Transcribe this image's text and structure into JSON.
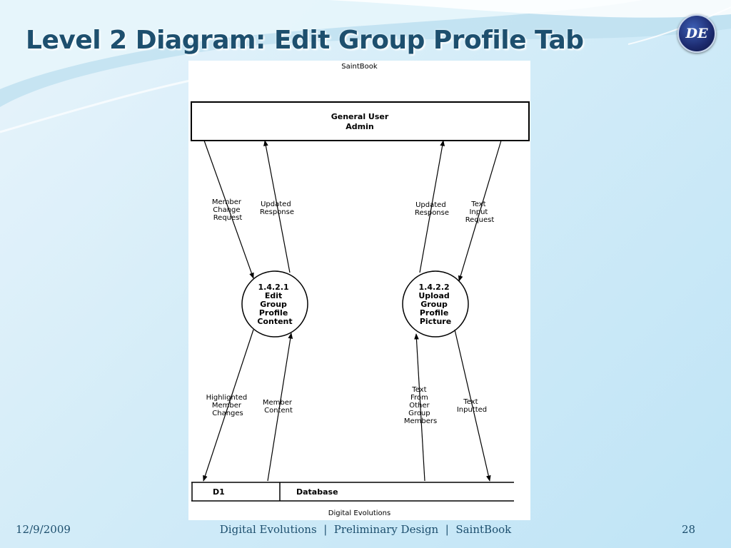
{
  "slide": {
    "title": "Level 2 Diagram: Edit Group Profile Tab",
    "logo_text": "DE"
  },
  "diagram": {
    "header": "SaintBook",
    "footer": "Digital Evolutions",
    "entity": {
      "line1": "General User",
      "line2": "Admin"
    },
    "process_left": [
      "1.4.2.1",
      "Edit",
      "Group",
      "Profile",
      "Content"
    ],
    "process_right": [
      "1.4.2.2",
      "Upload",
      "Group",
      "Profile",
      "Picture"
    ],
    "datastore": {
      "id": "D1",
      "name": "Database"
    },
    "flows": {
      "member_change_request": [
        "Member",
        "Change",
        "Request"
      ],
      "updated_response_left": [
        "Updated",
        "Response"
      ],
      "updated_response_right": [
        "Updated",
        "Response"
      ],
      "text_input_request": [
        "Text",
        "Input",
        "Request"
      ],
      "highlighted_member_changes": [
        "Highlighted",
        "Member",
        "Changes"
      ],
      "member_content": [
        "Member",
        "Content"
      ],
      "text_from_other_group_members": [
        "Text",
        "From",
        "Other",
        "Group",
        "Members"
      ],
      "text_inputted": [
        "Text",
        "Inputted"
      ]
    }
  },
  "footer": {
    "date": "12/9/2009",
    "center": "Digital Evolutions  |  Preliminary Design  |  SaintBook",
    "page": "28"
  },
  "colors": {
    "title": "#1d4f6e",
    "footer_text": "#1d4f6e",
    "background": "#d3ecf8"
  }
}
